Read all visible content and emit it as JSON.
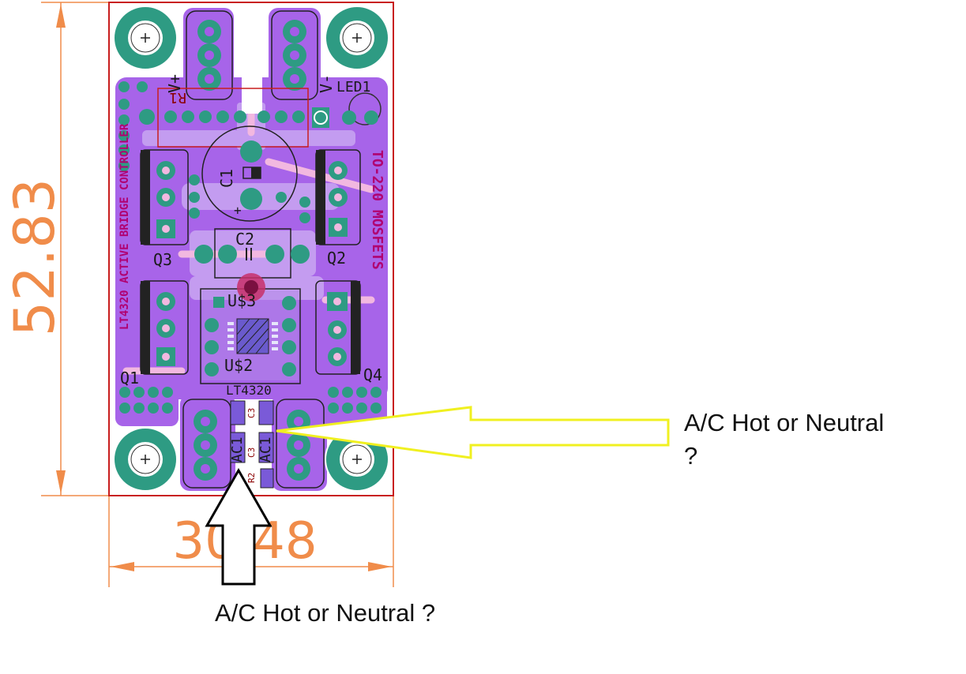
{
  "dimensions": {
    "height_label": "52.83",
    "width_label": "30.48"
  },
  "components": {
    "r1": "R1",
    "led1": "LED1",
    "vplus": "V+",
    "vminus": "V-",
    "c1": "C1",
    "c2": "C2",
    "c1_plus": "+",
    "q1": "Q1",
    "q2": "Q2",
    "q3": "Q3",
    "q4": "Q4",
    "us3": "U$3",
    "us2": "U$2",
    "lt4320": "LT4320",
    "ac1_left": "AC1",
    "ac1_right": "AC1",
    "board_text_left": "LT4320 ACTIVE BRIDGE CONTROLLER",
    "board_text_right": "TO-220 MOSFETS",
    "small_marks": [
      "C3",
      "R2",
      "C3"
    ]
  },
  "callouts": {
    "right": {
      "line1": "A/C Hot or Neutral",
      "line2": "?"
    },
    "bottom": {
      "text": "A/C Hot or Neutral ?"
    }
  },
  "colors": {
    "board_purple": "#A35CE8",
    "pad_green": "#2E9B83",
    "outline_red": "#C81E1E",
    "dimension_orange": "#F08C4A",
    "right_arrow": "#F0F020",
    "bottom_arrow": "#000000"
  }
}
